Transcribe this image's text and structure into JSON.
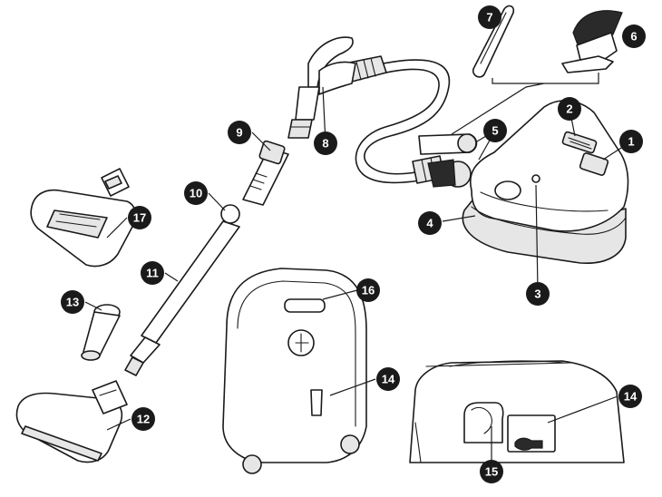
{
  "callouts": [
    {
      "id": "c1",
      "label": "1"
    },
    {
      "id": "c2",
      "label": "2"
    },
    {
      "id": "c3",
      "label": "3"
    },
    {
      "id": "c4",
      "label": "4"
    },
    {
      "id": "c5",
      "label": "5"
    },
    {
      "id": "c6",
      "label": "6"
    },
    {
      "id": "c7",
      "label": "7"
    },
    {
      "id": "c8",
      "label": "8"
    },
    {
      "id": "c9",
      "label": "9"
    },
    {
      "id": "c10",
      "label": "10"
    },
    {
      "id": "c11",
      "label": "11"
    },
    {
      "id": "c12",
      "label": "12"
    },
    {
      "id": "c13",
      "label": "13"
    },
    {
      "id": "c14a",
      "label": "14"
    },
    {
      "id": "c14b",
      "label": "14"
    },
    {
      "id": "c15",
      "label": "15"
    },
    {
      "id": "c16",
      "label": "16"
    },
    {
      "id": "c17",
      "label": "17"
    }
  ],
  "colors": {
    "line": "#1a1a1a",
    "fill": "#ffffff",
    "badge": "#1a1a1a",
    "badge_text": "#ffffff"
  }
}
